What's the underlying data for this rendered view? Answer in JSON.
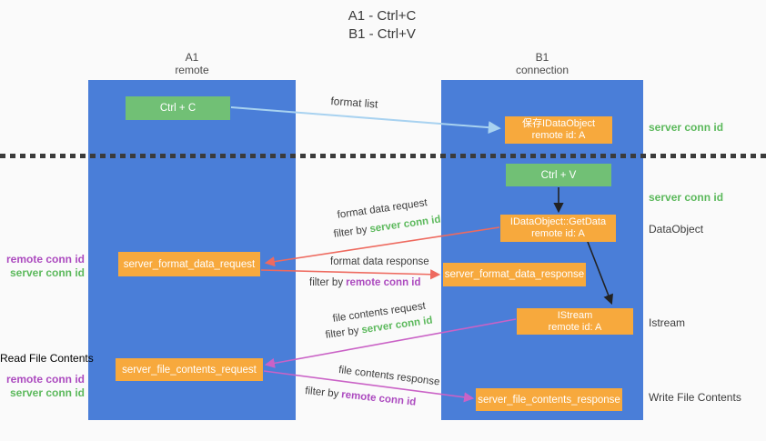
{
  "title": {
    "line1": "A1 - Ctrl+C",
    "line2": "B1 - Ctrl+V"
  },
  "columns": {
    "a1": {
      "id": "A1",
      "role": "remote"
    },
    "b1": {
      "id": "B1",
      "role": "connection"
    }
  },
  "boxes": {
    "ctrl_c": "Ctrl + C",
    "ctrl_v": "Ctrl + V",
    "save_idataobject": {
      "line1": "保存IDataObject",
      "line2": "remote id: A"
    },
    "idataobject_getdata": {
      "line1": "IDataObject::GetData",
      "line2": "remote id: A"
    },
    "istream": {
      "line1": "IStream",
      "line2": "remote id: A"
    },
    "server_format_data_request": "server_format_data_request",
    "server_format_data_response": "server_format_data_response",
    "server_file_contents_request": "server_file_contents_request",
    "server_file_contents_response": "server_file_contents_response"
  },
  "arrow_labels": {
    "format_list": "format list",
    "format_data_request": "format data request",
    "format_data_response": "format data response",
    "file_contents_request": "file contents request",
    "file_contents_response": "file contents response",
    "filter_by": "filter by",
    "server_conn_id": "server conn id",
    "remote_conn_id": "remote conn id"
  },
  "side_labels": {
    "left_top": {
      "remote_conn_id": "remote conn id",
      "server_conn_id": "server conn id"
    },
    "read_file_contents": "Read File Contents",
    "left_bottom": {
      "remote_conn_id": "remote conn id",
      "server_conn_id": "server conn id"
    },
    "right": {
      "server_conn_id_top": "server conn id",
      "server_conn_id_mid": "server conn id",
      "dataobject": "DataObject",
      "istream": "Istream",
      "write_file_contents": "Write File Contents"
    }
  },
  "colors": {
    "background": "#fafafa",
    "lifeline_blue": "#4a7ed8",
    "green_box": "#71c075",
    "orange_box": "#f7a93d",
    "red_arrow": "#ee6a5f",
    "magenta_arrow": "#ca62c6",
    "lightblue_arrow": "#a8d2f0",
    "black_arrow": "#222222",
    "green_text": "#5cb95c",
    "purple_text": "#ac4abf"
  }
}
